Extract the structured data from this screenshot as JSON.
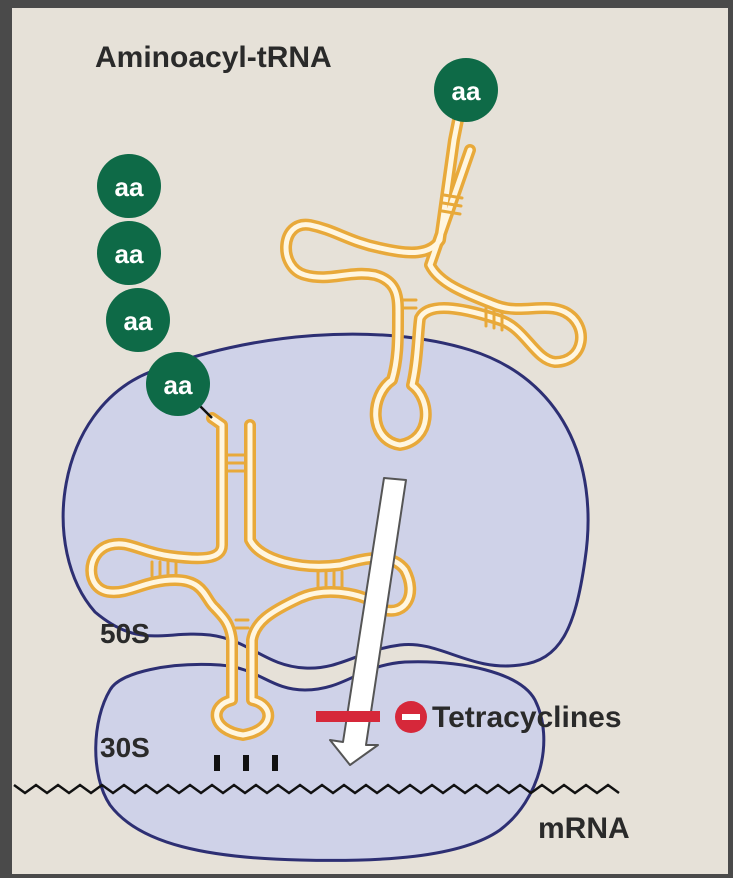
{
  "title": "Aminoacyl-tRNA",
  "amino_acid_label": "aa",
  "ribosome": {
    "large_subunit_label": "50S",
    "small_subunit_label": "30S"
  },
  "mrna_label": "mRNA",
  "inhibitor": {
    "label": "Tetracyclines",
    "icon": "minus-circle-icon"
  },
  "colors": {
    "background_panel": "#e6e1d8",
    "frame": "#4a4a4a",
    "ribosome_fill": "#cfd2e8",
    "ribosome_stroke": "#2d2f73",
    "trna_stroke": "#e8a93a",
    "amino_acid_fill": "#0e6a47",
    "inhibitor_red": "#d6283a",
    "text": "#2a2a2a"
  }
}
